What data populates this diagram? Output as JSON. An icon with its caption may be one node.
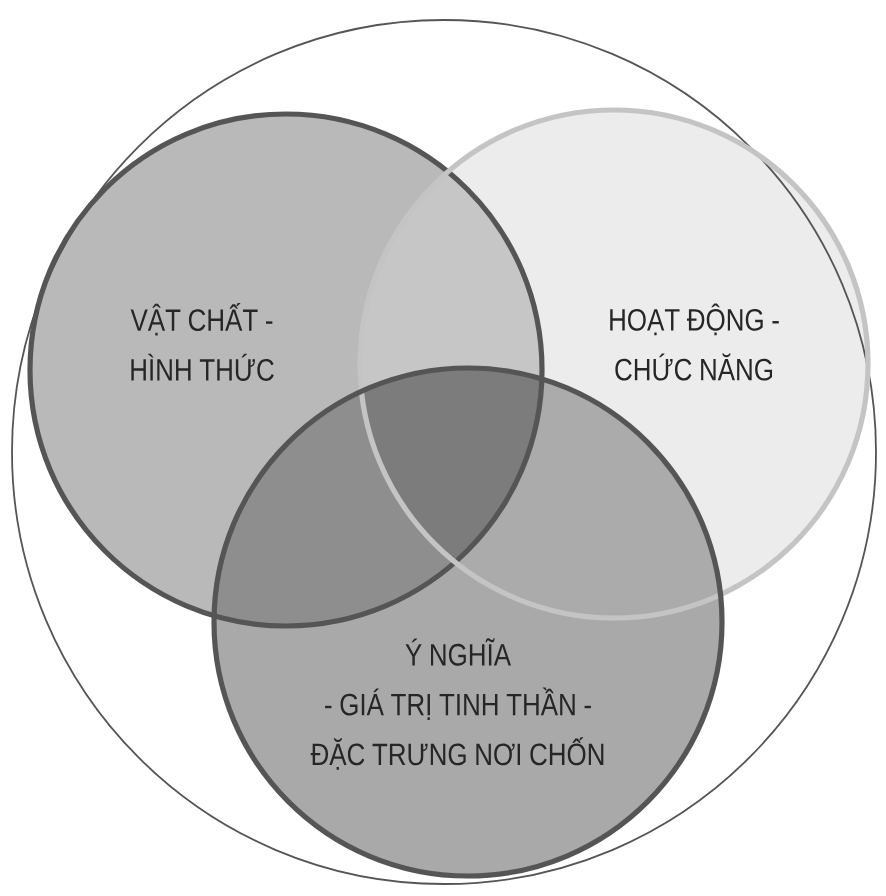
{
  "diagram": {
    "nodes": [
      {
        "text": [],
        "shape": "circle"
      },
      {
        "text": [
          "VẬT CHẤT - HÌNH THỨC"
        ],
        "in": 0
      },
      {
        "text": [
          "HOẠT ĐỘNG - CHỨC NĂNG"
        ],
        "in": 0
      },
      {
        "text": [
          "Ý NGHĨA - GIÁ TRỊ TINH THẦN - ĐẶC TRƯNG NƠI CHỐN"
        ],
        "in": 0
      }
    ]
  }
}
